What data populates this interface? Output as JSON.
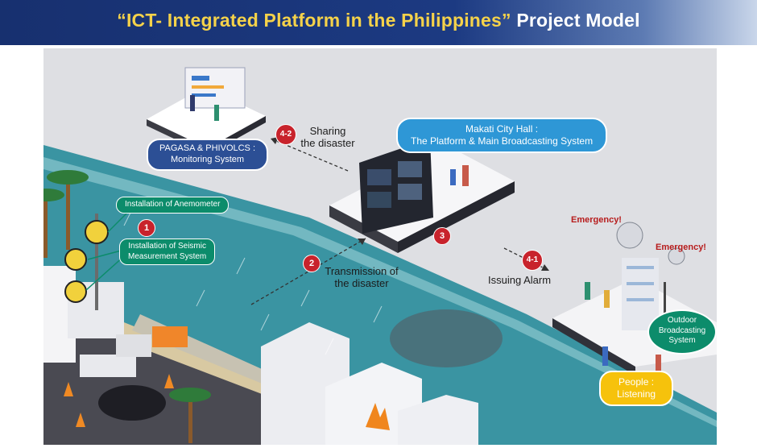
{
  "header": {
    "title_quoted": "“ICT- Integrated Platform in the Philippines”",
    "title_rest": " Project Model"
  },
  "nodes": {
    "pagasa": {
      "line1": "PAGASA & PHIVOLCS :",
      "line2": "Monitoring System"
    },
    "makati": {
      "line1": "Makati City Hall :",
      "line2": "The Platform & Main Broadcasting System"
    },
    "anemometer": {
      "label": "Installation of Anemometer"
    },
    "seismic": {
      "line1": "Installation of Seismic",
      "line2": "Measurement System"
    },
    "outdoor": {
      "line1": "Outdoor",
      "line2": "Broadcasting",
      "line3": "System"
    },
    "people": {
      "line1": "People :",
      "line2": "Listening"
    }
  },
  "steps": {
    "s1": {
      "badge": "1"
    },
    "s2": {
      "badge": "2",
      "line1": "Transmission of",
      "line2": "the disaster"
    },
    "s3": {
      "badge": "3"
    },
    "s41": {
      "badge": "4-1",
      "text": "Issuing Alarm"
    },
    "s42": {
      "badge": "4-2",
      "line1": "Sharing",
      "line2": "the disaster"
    }
  },
  "alerts": {
    "emergency1": "Emergency!",
    "emergency2": "Emergency!"
  },
  "colors": {
    "banner": "#1c3a82",
    "title_accent": "#f5d24a",
    "navy_label": "#2c4f95",
    "teal_label": "#0c8c6b",
    "sky_label": "#2e97d6",
    "yellow_label": "#f6c20c",
    "step_badge": "#c8232c",
    "sea": "#3a94a2"
  }
}
